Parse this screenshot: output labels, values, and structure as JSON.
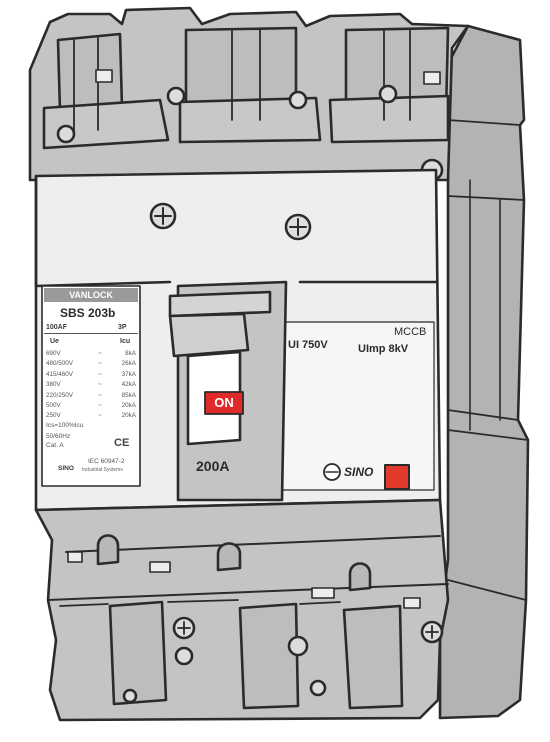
{
  "brand_logo": "VANLOCK",
  "model": "SBS 203b",
  "frame": "100AF",
  "poles": "3P",
  "table": {
    "col_ue": "Ue",
    "col_icu": "Icu",
    "rows": [
      {
        "ue": "690V",
        "icu": "8kA"
      },
      {
        "ue": "480/500V",
        "icu": "26kA"
      },
      {
        "ue": "415/460V",
        "icu": "37kA"
      },
      {
        "ue": "380V",
        "icu": "42kA"
      },
      {
        "ue": "220/250V",
        "icu": "85kA"
      },
      {
        "ue": "500V",
        "icu": "20kA"
      },
      {
        "ue": "250V",
        "icu": "20kA"
      }
    ],
    "footnote": "Ics=100%Icu"
  },
  "frequency": "50/60Hz",
  "category": "Cat. A",
  "ce_mark": "CE",
  "standard": "IEC 60947-2",
  "sino_small": "SINO",
  "industrial": "Industrial Systems",
  "handle_state": "ON",
  "rating": "200A",
  "right_panel": {
    "type": "MCCB",
    "ui": "UI 750V",
    "uimp": "UImp 8kV",
    "logo": "SINO"
  },
  "colors": {
    "body": "#c4c4c4",
    "panel": "#eeeeee",
    "outline": "#2b2b2b",
    "on_button": "#e02a2a",
    "trip_button": "#e23b2b"
  }
}
